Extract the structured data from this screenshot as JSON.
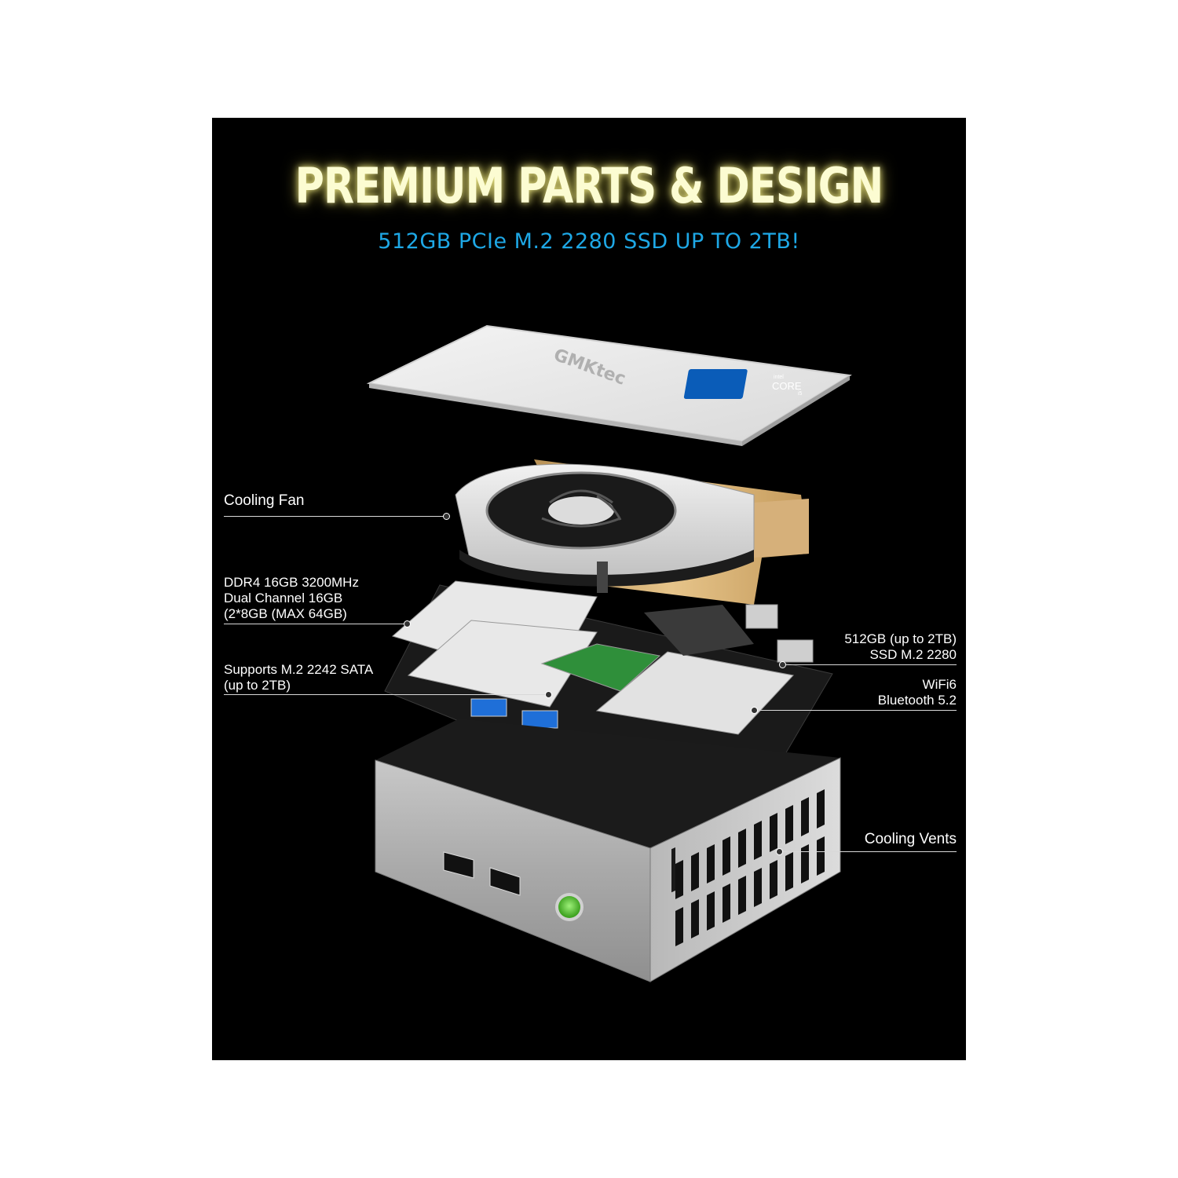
{
  "title": "PREMIUM PARTS & DESIGN",
  "subtitle": "512GB PCIe M.2 2280 SSD UP TO 2TB!",
  "lid": {
    "brand": "GMKtec",
    "badge_top": "intel",
    "badge_main": "CORE",
    "badge_sub": "i5"
  },
  "callouts": {
    "cooling_fan": "Cooling Fan",
    "ddr4": [
      "DDR4 16GB 3200MHz",
      "Dual Channel 16GB",
      "(2*8GB (MAX 64GB)"
    ],
    "m2_sata": [
      "Supports M.2 2242 SATA",
      "(up to 2TB)"
    ],
    "ssd": [
      "512GB (up to 2TB)",
      "SSD M.2 2280"
    ],
    "wifi": [
      "WiFi6",
      "Bluetooth 5.2"
    ],
    "vents": "Cooling Vents"
  },
  "colors": {
    "background": "#000000",
    "title_glow": "#fcfcd2",
    "subtitle": "#1ea8e6",
    "power_button": "#52c234",
    "usb_blue": "#1f6fd8"
  },
  "icons": [
    "fan-icon",
    "power-button-icon",
    "usb-port-icon"
  ]
}
